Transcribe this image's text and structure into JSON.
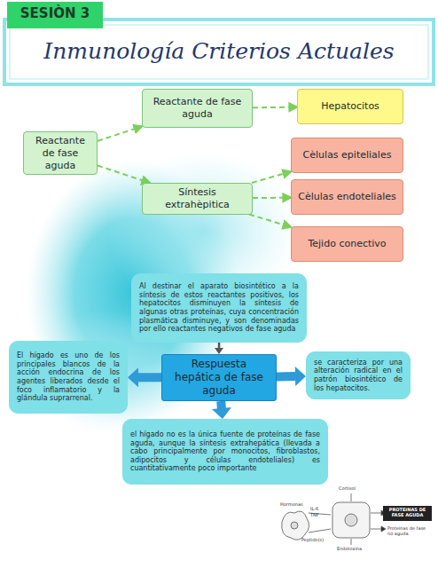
{
  "diagram": {
    "title": "Inmunología Criterios Actuales",
    "nodes": [
      {
        "text": [
          "Reactante de fase aguda"
        ]
      },
      {
        "text": [
          "Reactante de fase aguda"
        ]
      },
      {
        "text": [
          "Síntesis extrahèpitica"
        ]
      },
      {
        "text": [
          "Hepatocitos"
        ]
      },
      {
        "text": [
          "Cèlulas epiteliales"
        ]
      },
      {
        "text": [
          "Cèlulas endoteliales"
        ]
      },
      {
        "text": [
          "Tejido conectivo"
        ]
      },
      {
        "text": [
          "Al destinar el aparato biosintético a la síntesis de estos reactantes positivos, los hepatocitos disminuyen la síntesis de algunas otras proteínas, cuya concentración plasmática disminuye, y son denominadas por ello reactantes negativos de fase aguda"
        ]
      },
      {
        "text": [
          "Respuesta hepática de fase aguda"
        ]
      },
      {
        "text": [
          "El hígado es uno de los principales blancos de la acción endocrina de los agentes liberados desde el foco inflamatorio y la glándula suprarrenal."
        ]
      },
      {
        "text": [
          "se caracteriza por una alteración radical en el patrón biosintético de los hepatocitos."
        ]
      },
      {
        "text": [
          "el hígado no es la única fuente de proteínas de fase aguda, aunque la síntesis extrahepática (llevada a cabo principalmente por monocitos, fibroblastos, adipocitos y células endoteliales) es cuantitativamente poco importante"
        ]
      }
    ],
    "edges": [
      {
        "from": 0,
        "to": 1,
        "arrow": "to"
      },
      {
        "from": 0,
        "to": 2,
        "arrow": "to"
      },
      {
        "from": 1,
        "to": 3,
        "arrow": "to"
      },
      {
        "from": 2,
        "to": 4,
        "arrow": "to"
      },
      {
        "from": 2,
        "to": 5,
        "arrow": "to"
      },
      {
        "from": 2,
        "to": 6,
        "arrow": "to"
      },
      {
        "from": 7,
        "to": 8,
        "arrow": "to"
      },
      {
        "from": 8,
        "to": 9,
        "arrow": "to"
      },
      {
        "from": 8,
        "to": 10,
        "arrow": "to"
      },
      {
        "from": 8,
        "to": 11,
        "arrow": "to"
      }
    ],
    "labels": [
      "SESIÒN 3",
      "Cortisol",
      "Hormonas",
      "IL-6",
      "TNF",
      "PROTEINAS DE FASE AGUDA",
      "Proteinas de fase no aguda",
      "Peptido(s)",
      "Endotoxina"
    ]
  }
}
